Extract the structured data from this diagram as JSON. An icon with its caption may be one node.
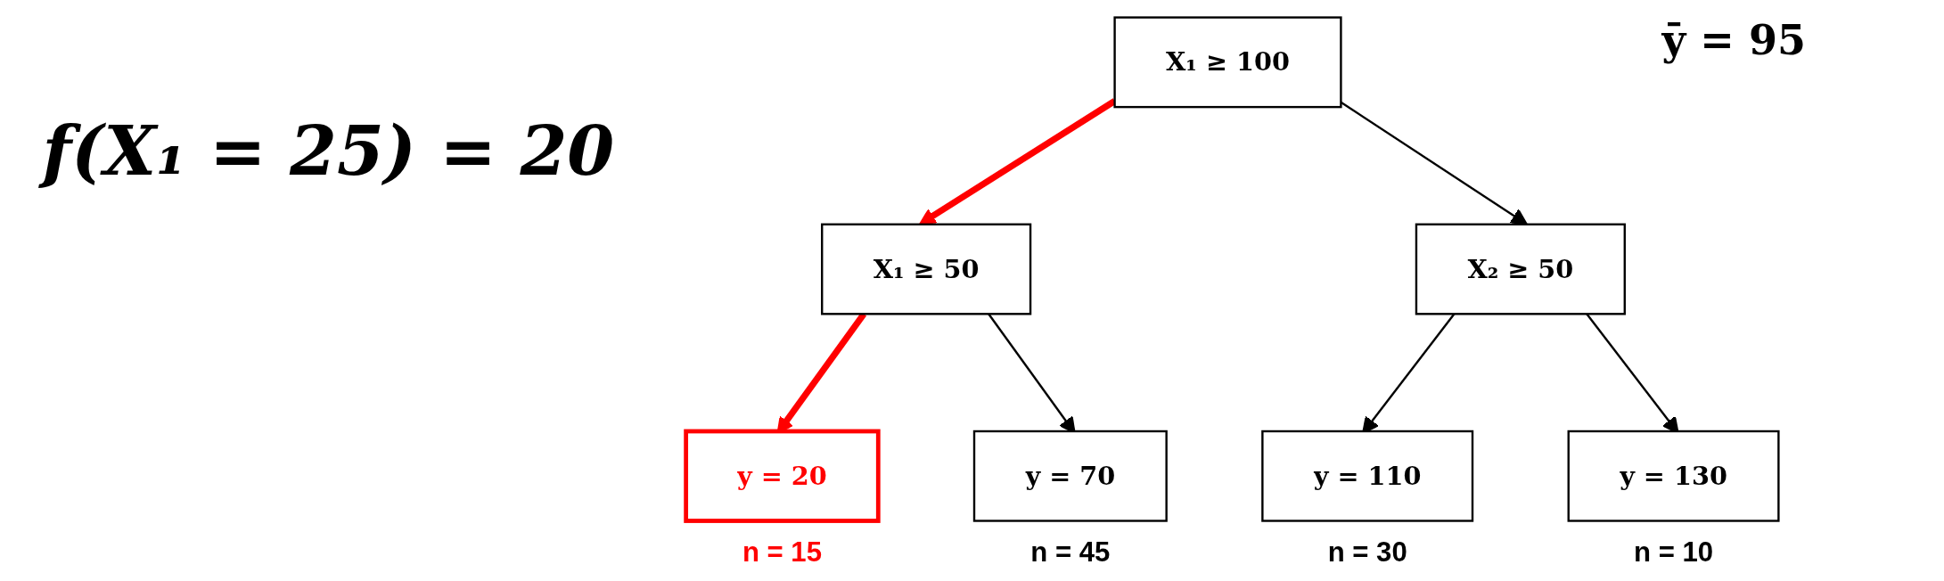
{
  "diagram": {
    "nodes": [
      {
        "text": [
          "X₁ ≥ 100"
        ]
      },
      {
        "text": [
          "X₁ ≥ 50"
        ]
      },
      {
        "text": [
          "X₂ ≥ 50"
        ]
      },
      {
        "text": [
          "y = 20"
        ],
        "beside": [
          "n = 15"
        ]
      },
      {
        "text": [
          "y = 70"
        ],
        "beside": [
          "n = 45"
        ]
      },
      {
        "text": [
          "y = 110"
        ],
        "beside": [
          "n = 30"
        ]
      },
      {
        "text": [
          "y = 130"
        ],
        "beside": [
          "n = 10"
        ]
      }
    ],
    "edges": [
      {
        "from": 0,
        "to": 1,
        "arrow": "to",
        "style": "thick",
        "color": "#ff0000"
      },
      {
        "from": 0,
        "to": 2,
        "arrow": "to"
      },
      {
        "from": 1,
        "to": 3,
        "arrow": "to",
        "style": "thick",
        "color": "#ff0000"
      },
      {
        "from": 1,
        "to": 4,
        "arrow": "to"
      },
      {
        "from": 2,
        "to": 5,
        "arrow": "to"
      },
      {
        "from": 2,
        "to": 6,
        "arrow": "to"
      }
    ],
    "labels": [
      "f(X₁ = 25) = 20",
      "ȳ = 95"
    ]
  }
}
